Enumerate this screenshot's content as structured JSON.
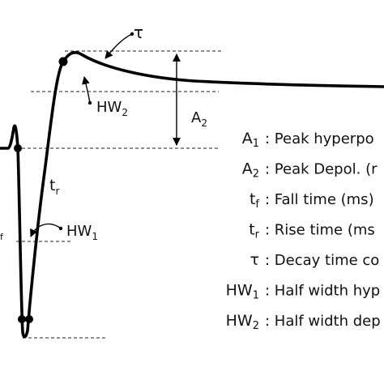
{
  "labels": {
    "tau": "τ",
    "hw2": "HW",
    "hw2_sub": "2",
    "a2": "A",
    "a2_sub": "2",
    "tr": "t",
    "tr_sub": "r",
    "hw1": "HW",
    "hw1_sub": "1",
    "tf_sub": "f"
  },
  "legend": [
    {
      "sym": "A",
      "sub": "1",
      "text": ": Peak hyperpo"
    },
    {
      "sym": "A",
      "sub": "2",
      "text": ": Peak Depol. (r"
    },
    {
      "sym": "t",
      "sub": "f",
      "text": ": Fall time (ms)"
    },
    {
      "sym": "t",
      "sub": "r",
      "text": ": Rise time (ms"
    },
    {
      "sym": "τ",
      "sub": "",
      "text": ": Decay time co"
    },
    {
      "sym": "HW",
      "sub": "1",
      "text": ": Half width hyp"
    },
    {
      "sym": "HW",
      "sub": "2",
      "text": ": Half width dep"
    }
  ]
}
